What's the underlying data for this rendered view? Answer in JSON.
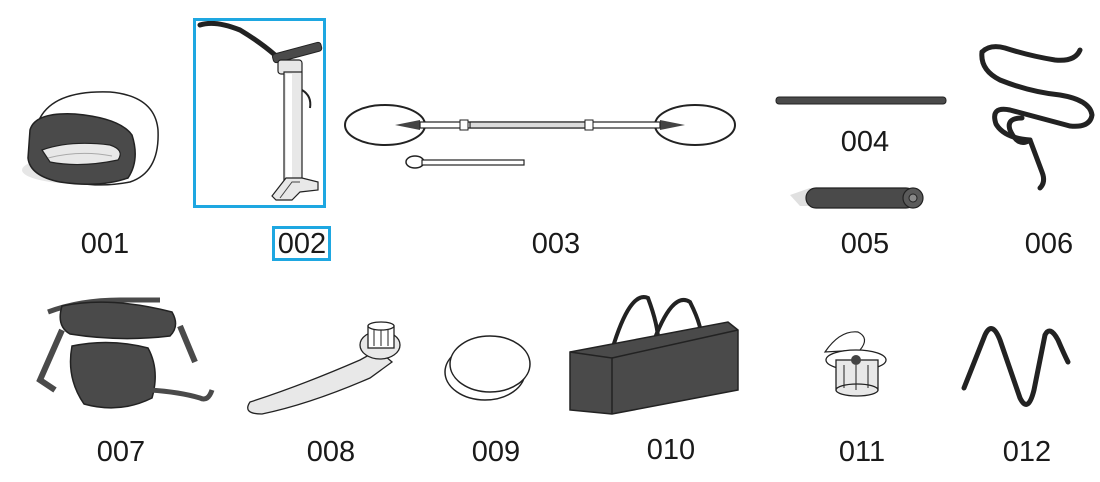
{
  "parts": [
    {
      "id": "001",
      "name": "folded-board"
    },
    {
      "id": "002",
      "name": "hand-pump"
    },
    {
      "id": "003",
      "name": "paddle"
    },
    {
      "id": "004",
      "name": "rod"
    },
    {
      "id": "005",
      "name": "repair-roll"
    },
    {
      "id": "006",
      "name": "leash-cord"
    },
    {
      "id": "007",
      "name": "seat"
    },
    {
      "id": "008",
      "name": "valve-wrench"
    },
    {
      "id": "009",
      "name": "patches"
    },
    {
      "id": "010",
      "name": "carry-bag"
    },
    {
      "id": "011",
      "name": "valve"
    },
    {
      "id": "012",
      "name": "bungee-cord"
    }
  ],
  "selected_part": "002",
  "colors": {
    "highlight": "#1ea7e1",
    "dark": "#4a4a4a",
    "light": "#e8e8e8",
    "outline": "#222222"
  }
}
